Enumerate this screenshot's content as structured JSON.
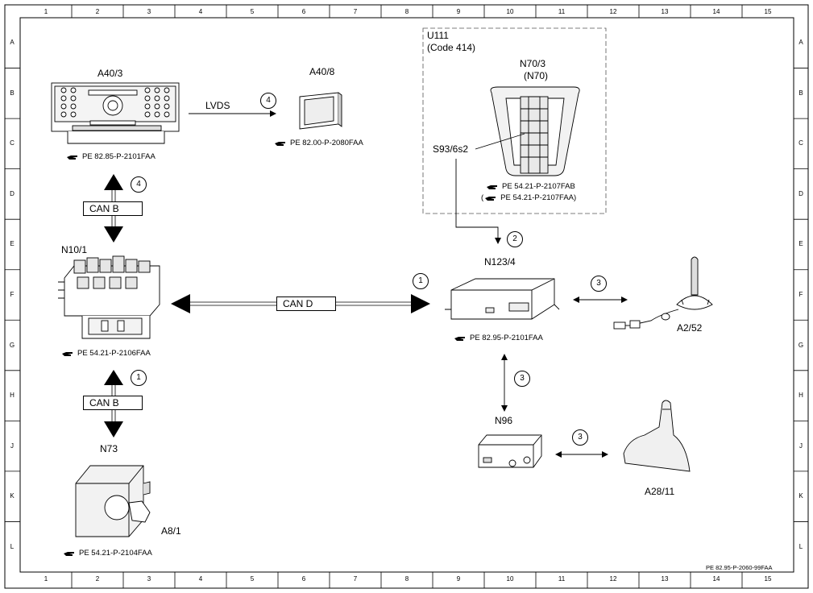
{
  "grid": {
    "columns": [
      "1",
      "2",
      "3",
      "4",
      "5",
      "6",
      "7",
      "8",
      "9",
      "10",
      "11",
      "12",
      "13",
      "14",
      "15"
    ],
    "rows": [
      "A",
      "B",
      "C",
      "D",
      "E",
      "F",
      "G",
      "H",
      "J",
      "K",
      "L"
    ]
  },
  "components": {
    "a40_3": {
      "label": "A40/3",
      "ref": "PE 82.85-P-2101FAA"
    },
    "a40_8": {
      "label": "A40/8",
      "ref": "PE 82.00-P-2080FAA"
    },
    "u111": {
      "label": "U111",
      "sublabel": "(Code 414)"
    },
    "n70_3": {
      "label": "N70/3",
      "sublabel": "(N70)"
    },
    "s93": {
      "label": "S93/6s2"
    },
    "n70_refs": {
      "ref1": "PE 54.21-P-2107FAB",
      "ref2_open": "(",
      "ref2": "PE 54.21-P-2107FAA)"
    },
    "n10_1": {
      "label": "N10/1",
      "ref": "PE 54.21-P-2106FAA"
    },
    "n123_4": {
      "label": "N123/4",
      "ref": "PE 82.95-P-2101FAA"
    },
    "a2_52": {
      "label": "A2/52"
    },
    "n96": {
      "label": "N96"
    },
    "a28_11": {
      "label": "A28/11"
    },
    "n73": {
      "label": "N73"
    },
    "a8_1": {
      "label": "A8/1",
      "ref": "PE 54.21-P-2104FAA"
    }
  },
  "connections": {
    "lvds": "LVDS",
    "can_b_top": "CAN B",
    "can_b_bottom": "CAN B",
    "can_d": "CAN D",
    "markers": {
      "lvds": "4",
      "can_b_top": "4",
      "can_d": "1",
      "n70_link": "2",
      "antenna": "3",
      "n96_vertical": "3",
      "n96_horizontal": "3",
      "can_b_bottom": "1"
    }
  },
  "document_number": "PE 82.95-P-2060-99FAA"
}
